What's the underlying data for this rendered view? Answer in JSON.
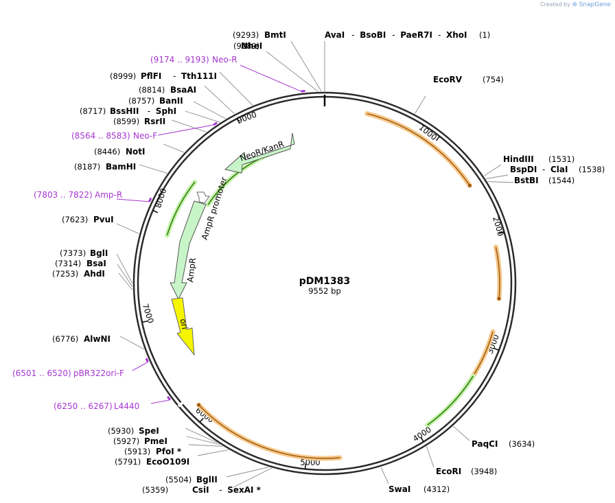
{
  "brand": {
    "prefix": "Created by",
    "name": "SnapGene"
  },
  "plasmid": {
    "name": "pDM1383",
    "length": "9552 bp"
  },
  "ticks": [
    "1000",
    "2000",
    "3000",
    "4000",
    "5000",
    "6000",
    "7000",
    "8000",
    "9000"
  ],
  "sites": [
    {
      "pos": "(9293)",
      "names": [
        "BmtI"
      ]
    },
    {
      "pos": "(9289)",
      "names": [
        "NheI"
      ]
    },
    {
      "pos": "(1)",
      "names": [
        "AvaI",
        "BsoBI",
        "PaeR7I",
        "XhoI"
      ]
    },
    {
      "pos": "(754)",
      "names": [
        "EcoRV"
      ]
    },
    {
      "pos": "(1531)",
      "names": [
        "HindIII"
      ]
    },
    {
      "pos": "(1538)",
      "names": [
        "BspDI",
        "ClaI"
      ]
    },
    {
      "pos": "(1544)",
      "names": [
        "BstBI"
      ]
    },
    {
      "pos": "(3634)",
      "names": [
        "PaqCI"
      ]
    },
    {
      "pos": "(3948)",
      "names": [
        "EcoRI"
      ]
    },
    {
      "pos": "(4312)",
      "names": [
        "SwaI"
      ]
    },
    {
      "pos": "(5359)",
      "names": [
        "CsiI",
        "SexAI *"
      ]
    },
    {
      "pos": "(5504)",
      "names": [
        "BglII"
      ]
    },
    {
      "pos": "(5791)",
      "names": [
        "EcoO109I"
      ]
    },
    {
      "pos": "(5913)",
      "names": [
        "PfoI *"
      ]
    },
    {
      "pos": "(5927)",
      "names": [
        "PmeI"
      ]
    },
    {
      "pos": "(5930)",
      "names": [
        "SpeI"
      ]
    },
    {
      "pos": "(6776)",
      "names": [
        "AlwNI"
      ]
    },
    {
      "pos": "(7253)",
      "names": [
        "AhdI"
      ]
    },
    {
      "pos": "(7314)",
      "names": [
        "BsaI"
      ]
    },
    {
      "pos": "(7373)",
      "names": [
        "BglI"
      ]
    },
    {
      "pos": "(7623)",
      "names": [
        "PvuI"
      ]
    },
    {
      "pos": "(8187)",
      "names": [
        "BamHI"
      ]
    },
    {
      "pos": "(8446)",
      "names": [
        "NotI"
      ]
    },
    {
      "pos": "(8599)",
      "names": [
        "RsrII"
      ]
    },
    {
      "pos": "(8717)",
      "names": [
        "BssHII",
        "SphI"
      ]
    },
    {
      "pos": "(8757)",
      "names": [
        "BanII"
      ]
    },
    {
      "pos": "(8814)",
      "names": [
        "BsaAI"
      ]
    },
    {
      "pos": "(8999)",
      "names": [
        "PflFI",
        "Tth111I"
      ]
    }
  ],
  "primers": [
    {
      "range": "(9174 .. 9193)",
      "name": "Neo-R"
    },
    {
      "range": "(8564 .. 8583)",
      "name": "Neo-F"
    },
    {
      "range": "(7803 .. 7822)",
      "name": "Amp-R"
    },
    {
      "range": "(6501 .. 6520)",
      "name": "pBR322ori-F"
    },
    {
      "range": "(6250 .. 6267)",
      "name": "L4440"
    }
  ],
  "features": [
    {
      "name": "NeoR/KanR"
    },
    {
      "name": "AmpR promoter"
    },
    {
      "name": "AmpR"
    },
    {
      "name": "ori"
    }
  ],
  "colors": {
    "backbone": "#2b2b2b",
    "orange_arrow": "#f6c88a",
    "orange_line": "#9a5a10",
    "green_glow": "#c9f2b0",
    "green_line": "#3b8a1a",
    "feature_fill": "#c8f5c8",
    "ori_fill": "#f5f500",
    "primer": "#a535d0"
  }
}
